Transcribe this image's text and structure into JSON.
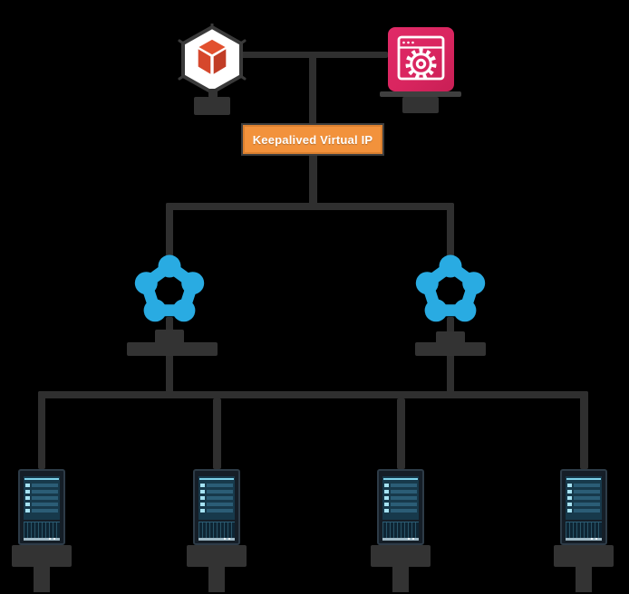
{
  "diagram": {
    "vip": {
      "label": "Keepalived Virtual IP"
    },
    "nodes": {
      "top_left": "application-package",
      "top_right": "admin-console",
      "middle": [
        "proxy-node-left",
        "proxy-node-right"
      ],
      "bottom": [
        "db-server-1",
        "db-server-2",
        "db-server-3",
        "db-server-4"
      ]
    },
    "colors": {
      "background": "#000000",
      "line": "#2f2f2f",
      "vip_fill": "#f2923c",
      "vip_inner_border": "#dd8130",
      "vip_outer_border": "#3d3d3d",
      "vip_text": "#ffffff",
      "hex_fill": "#ffffff",
      "hex_stroke": "#3a3a3a",
      "cube_top": "#e2502e",
      "cube_left": "#d6472c",
      "cube_right": "#c13d26",
      "console_fill": "#d9255f",
      "console_art": "#ffffff",
      "proxy": "#29abe2",
      "stand": "#333333",
      "server_body": "#151e27",
      "server_border": "#2d3b47",
      "server_panel": "#17394b",
      "server_highlight": "#7ed2ea",
      "server_led": "#a5e2f2",
      "server_bar": "#2b5d76",
      "server_vent_dark": "#0e2534",
      "server_vent_light": "#2a5568",
      "server_strip": "#9fb9c6",
      "pedestal": "#333333"
    }
  }
}
